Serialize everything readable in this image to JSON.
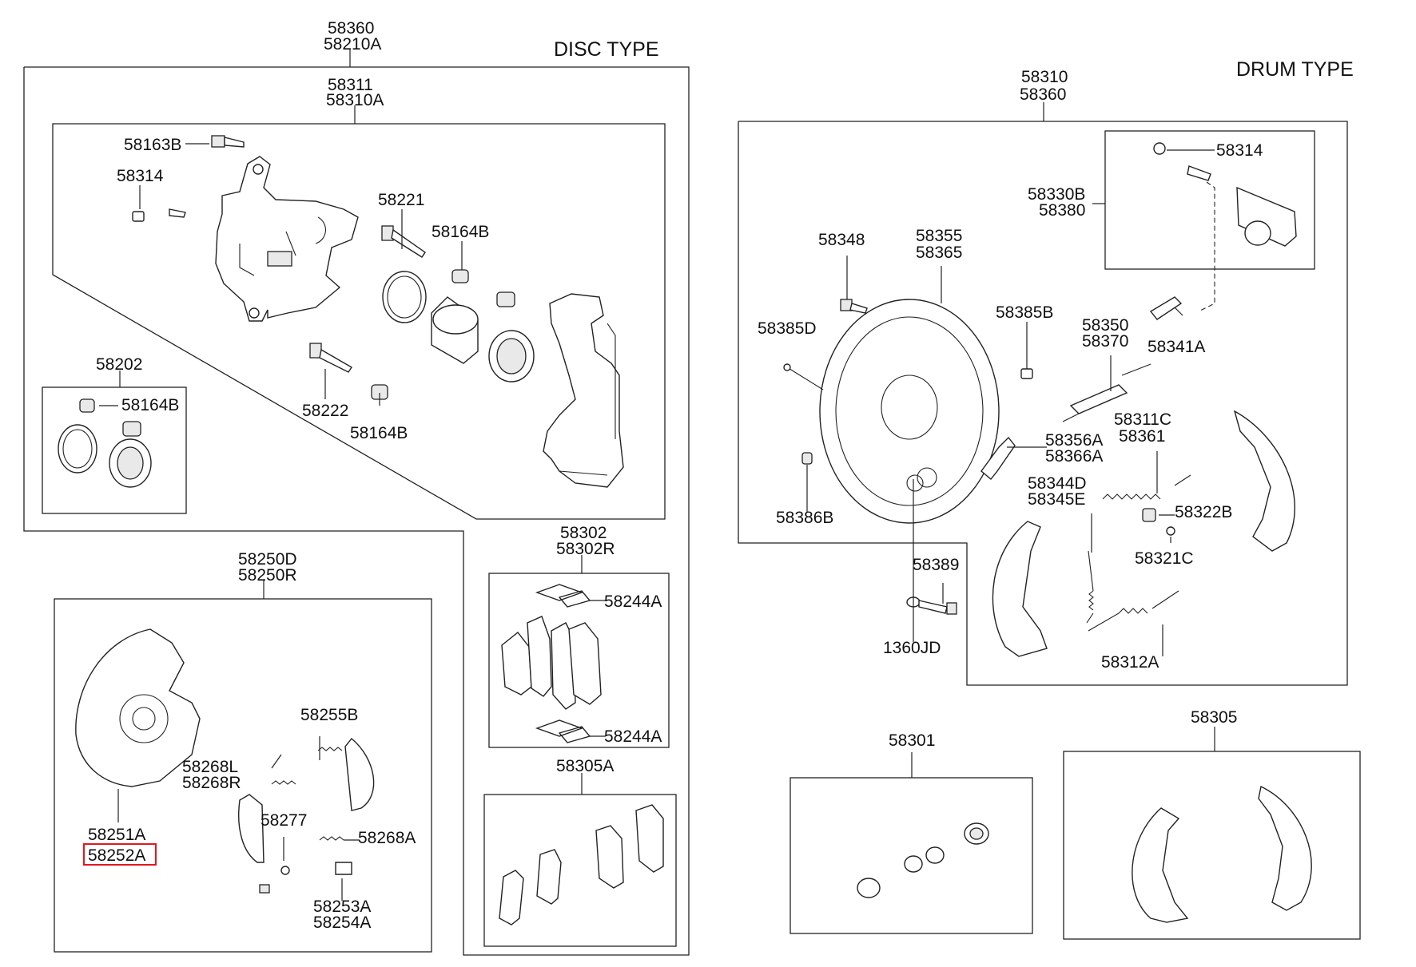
{
  "diagram": {
    "disc_title": "DISC TYPE",
    "drum_title": "DRUM TYPE",
    "labels": {
      "l58360a": "58360",
      "l58210A": "58210A",
      "l58311": "58311",
      "l58310A": "58310A",
      "l58163B": "58163B",
      "l58314a": "58314",
      "l58221": "58221",
      "l58164B_a": "58164B",
      "l58202": "58202",
      "l58164B_b": "58164B",
      "l58222": "58222",
      "l58164B_c": "58164B",
      "l58302": "58302",
      "l58302R": "58302R",
      "l58244A_a": "58244A",
      "l58244A_b": "58244A",
      "l58305A": "58305A",
      "l58250D": "58250D",
      "l58250R": "58250R",
      "l58255B": "58255B",
      "l58268L": "58268L",
      "l58268R": "58268R",
      "l58277": "58277",
      "l58268A": "58268A",
      "l58251A": "58251A",
      "l58252A": "58252A",
      "l58253A": "58253A",
      "l58254A": "58254A",
      "l58310": "58310",
      "l58360b": "58360",
      "l58314b": "58314",
      "l58330B": "58330B",
      "l58380": "58380",
      "l58348": "58348",
      "l58355": "58355",
      "l58365": "58365",
      "l58385B": "58385B",
      "l58385D": "58385D",
      "l58350": "58350",
      "l58370": "58370",
      "l58341A": "58341A",
      "l58356A": "58356A",
      "l58366A": "58366A",
      "l58311C": "58311C",
      "l58361": "58361",
      "l58386B": "58386B",
      "l58344D": "58344D",
      "l58345E": "58345E",
      "l58322B": "58322B",
      "l58321C": "58321C",
      "l58389": "58389",
      "l1360JD": "1360JD",
      "l58312A": "58312A",
      "l58301": "58301",
      "l58305": "58305"
    },
    "highlight_color": "#e0191e",
    "line_color": "#222222"
  }
}
